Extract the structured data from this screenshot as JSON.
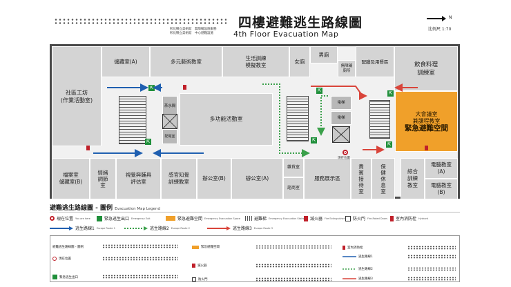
{
  "header": {
    "title_zh": "四樓避難逃生路線圖",
    "title_en": "4th Floor Evacuation Map",
    "scale": "比例尺 1:70",
    "north": "N",
    "org_left_1": "彰化縣立美術館",
    "org_left_2": "彰化縣立美術館",
    "org_right_1": "無障礙設施服務",
    "org_right_2": "中心避難設施"
  },
  "rooms": {
    "storage_a": "儲藏室(A)",
    "multi_art": "多元藝術教室",
    "life_training": "生活訓練\n模擬教室",
    "female_wc": "女廁",
    "male_wc": "男廁",
    "accessible_wc": "無障礙\n廁所",
    "pantry": "配膳及用餐區",
    "cooking": "飲食料理\n訓練室",
    "community": "社區工坊\n(作業活動室)",
    "water": "茶水間",
    "electric_room": "配電室",
    "multipurpose": "多功能活動室",
    "elec_1": "電梯",
    "elec_2": "電梯",
    "meeting": "大會議室\n兼課程教室",
    "emergency_space": "緊急避難空間",
    "archive": "檔案室\n儲藏室(B)",
    "emotion": "情緒\n調節\n室",
    "vision_hearing": "視覺與輔具\n評估室",
    "sensory": "感官知覺\n訓練教室",
    "office_b": "辦公室(B)",
    "office_a": "辦公室(A)",
    "barrier_free": "雜貨室",
    "consult": "諮商室",
    "service": "服務展示區",
    "guest": "貴\n賓\n接\n待\n室",
    "nursing": "保\n健\n休\n息\n室",
    "comprehensive": "綜合\n訓練\n教室",
    "computer_a": "電腦教室\n(A)",
    "computer_b": "電腦教室\n(B)",
    "you_are_here": "現在位置"
  },
  "legend": {
    "title": "避難逃生路線圖 - 圖例",
    "title_en": "Evacuation Map Legend",
    "items": [
      {
        "zh": "現在位置",
        "en": "You are here"
      },
      {
        "zh": "緊急逃生出口",
        "en": "Emergency Exit"
      },
      {
        "zh": "緊急避難空間",
        "en": "Emergency Evacuation Space"
      },
      {
        "zh": "避難梯",
        "en": "Emergency Evacuation Stairs"
      },
      {
        "zh": "滅火器",
        "en": "Fire Extinguisher"
      },
      {
        "zh": "防火門",
        "en": "Fire-Rated Doors"
      },
      {
        "zh": "室內消防栓",
        "en": "Hydrant"
      }
    ],
    "routes": [
      {
        "zh": "逃生路線1",
        "en": "Escape Route 1",
        "color": "#1f5fb0"
      },
      {
        "zh": "逃生路線2",
        "en": "Escape Route 2",
        "color": "#3aa04a"
      },
      {
        "zh": "逃生路線3",
        "en": "Escape Route 3",
        "color": "#d9443a"
      }
    ],
    "bottom": {
      "b1": "避難逃生路線圖 - 圖例",
      "b2": "現在位置",
      "b3": "緊急逃生出口",
      "b4": "緊急避難空間",
      "b5": "滅火器",
      "b6": "防火門",
      "b7": "室內消防栓",
      "b8": "逃生路線1",
      "b9": "逃生路線2",
      "b10": "逃生路線3"
    }
  },
  "colors": {
    "route1": "#1f5fb0",
    "route2": "#3aa04a",
    "route3": "#d9443a",
    "emergency_space": "#f0a02a",
    "exit": "#1f8f3a",
    "hydrant": "#c0202a"
  }
}
